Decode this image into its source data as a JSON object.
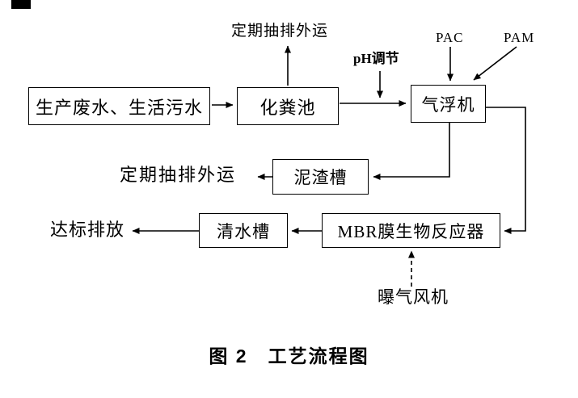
{
  "figure": {
    "caption": "图 2　工艺流程图"
  },
  "nodes": {
    "influent": {
      "label": "生产废水、生活污水"
    },
    "septic_tank": {
      "label": "化粪池"
    },
    "air_flotation": {
      "label": "气浮机"
    },
    "sludge_tank": {
      "label": "泥渣槽"
    },
    "mbr": {
      "label": "MBR膜生物反应器"
    },
    "clean_water_tank": {
      "label": "清水槽"
    }
  },
  "annotations": {
    "haul_away_top": "定期抽排外运",
    "ph_adjust": "pH调节",
    "pac": "PAC",
    "pam": "PAM",
    "haul_away_left": "定期抽排外运",
    "discharge": "达标排放",
    "aeration_blower": "曝气风机"
  },
  "colors": {
    "line": "#000000",
    "background": "#ffffff"
  }
}
